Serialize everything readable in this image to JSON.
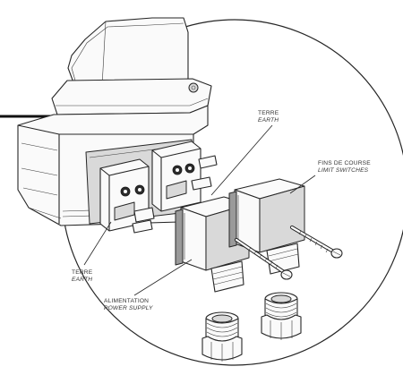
{
  "labels": {
    "terre_earth_top": {
      "line1": "TERRE",
      "line2": "EARTH"
    },
    "limit_switches": {
      "line1": "FINS DE COURSE",
      "line2": "LIMIT SWITCHES"
    },
    "terre_earth_bottom": {
      "line1": "TERRE",
      "line2": "EARTH"
    },
    "power_supply": {
      "line1": "ALIMENTATION",
      "line2": "POWER SUPPLY"
    }
  },
  "colors": {
    "line": "#262626",
    "background": "#ffffff",
    "label_text": "#333333",
    "shade_light": "#d9d9d9",
    "shade_mid": "#9a9a9a"
  }
}
